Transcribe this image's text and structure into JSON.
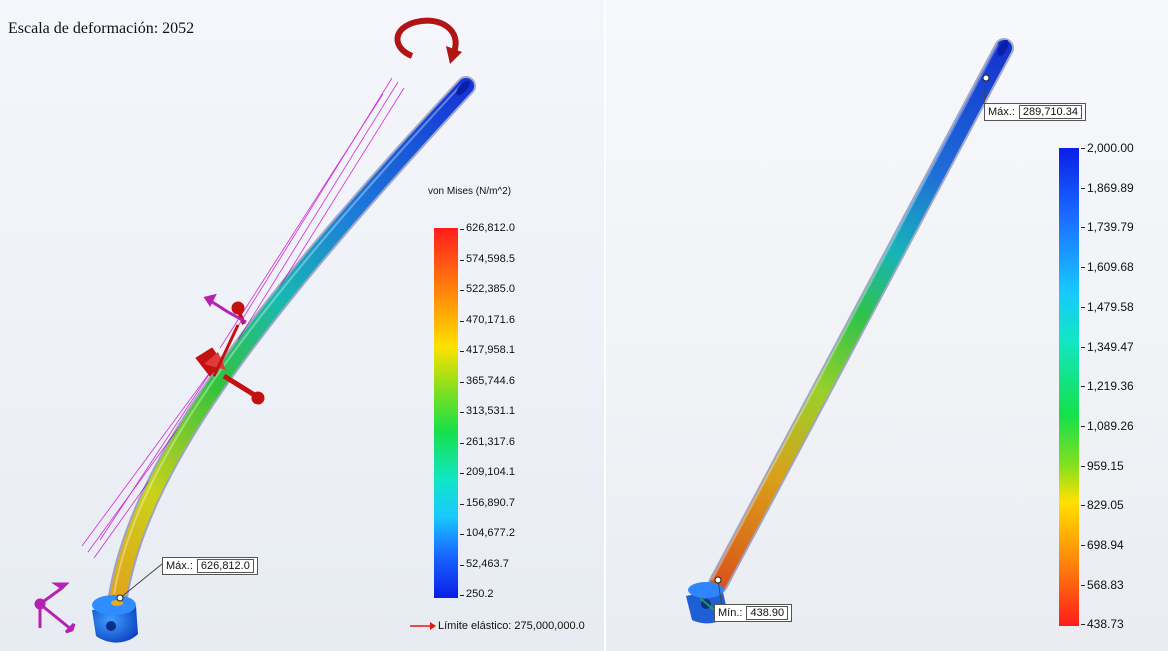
{
  "left": {
    "caption": "Escala de deformación: 2052",
    "legend_title": "von Mises (N/m^2)",
    "ticks": [
      "626,812.0",
      "574,598.5",
      "522,385.0",
      "470,171.6",
      "417,958.1",
      "365,744.6",
      "313,531.1",
      "261,317.6",
      "209,104.1",
      "156,890.7",
      "104,677.2",
      "52,463.7",
      "250.2"
    ],
    "max_label": "Máx.:",
    "max_value": "626,812.0",
    "yield_label": "Límite elástico: 275,000,000.0"
  },
  "right": {
    "ticks": [
      "2,000.00",
      "1,869.89",
      "1,739.79",
      "1,609.68",
      "1,479.58",
      "1,349.47",
      "1,219.36",
      "1,089.26",
      "959.15",
      "829.05",
      "698.94",
      "568.83",
      "438.73"
    ],
    "max_label": "Máx.:",
    "max_value": "289,710.34",
    "min_label": "Mín.:",
    "min_value": "438.90"
  },
  "colors": {
    "bar_top": "#ff1e1e",
    "bar_bottom": "#0a22e6",
    "arrow": "#e01818",
    "load": "#c00000",
    "constraint": "#c21fc2"
  }
}
